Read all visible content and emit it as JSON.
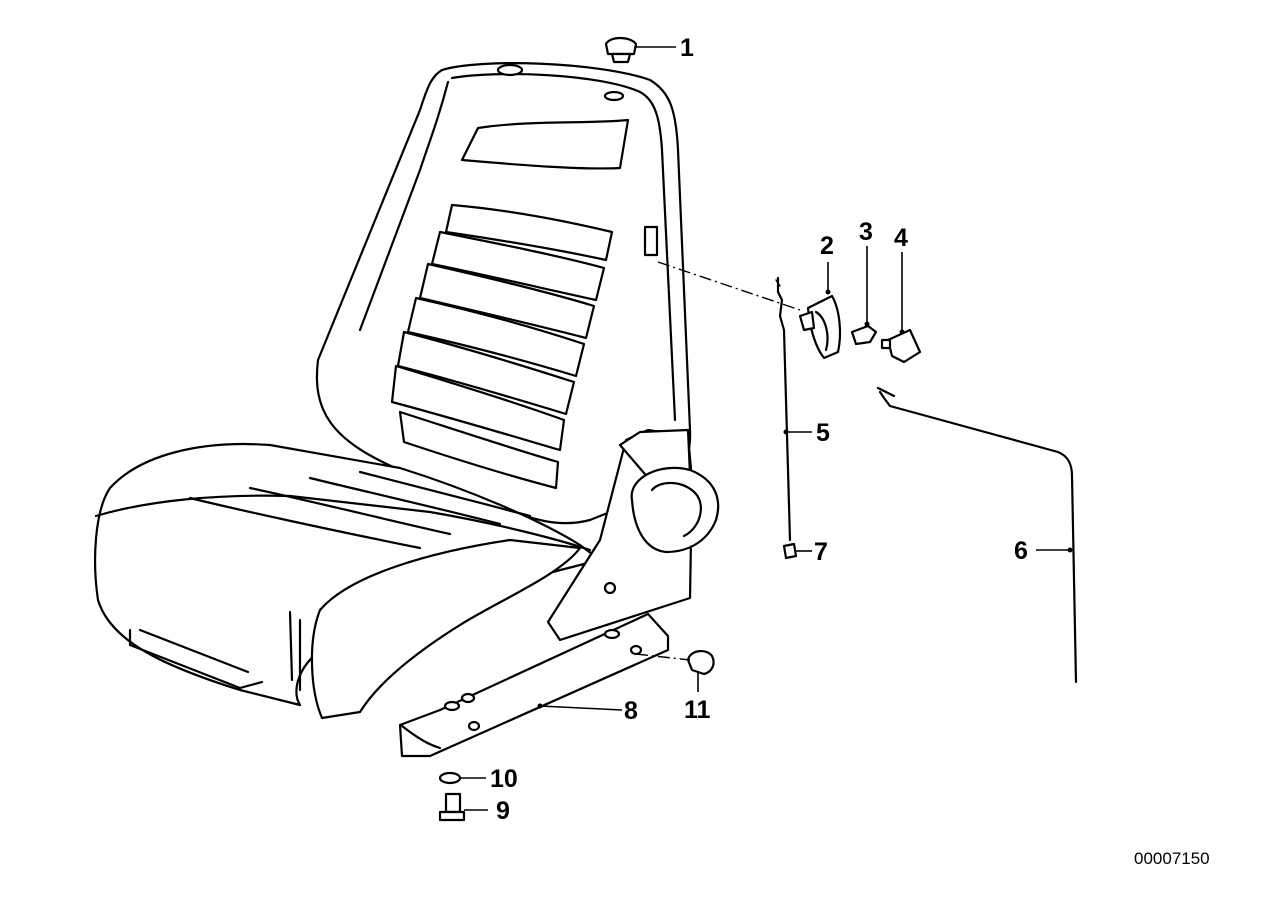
{
  "diagram": {
    "callouts": [
      {
        "id": "c1",
        "label": "1"
      },
      {
        "id": "c2",
        "label": "2"
      },
      {
        "id": "c3",
        "label": "3"
      },
      {
        "id": "c4",
        "label": "4"
      },
      {
        "id": "c5",
        "label": "5"
      },
      {
        "id": "c6",
        "label": "6"
      },
      {
        "id": "c7",
        "label": "7"
      },
      {
        "id": "c8",
        "label": "8"
      },
      {
        "id": "c9",
        "label": "9"
      },
      {
        "id": "c10",
        "label": "10"
      },
      {
        "id": "c11",
        "label": "11"
      }
    ],
    "document_id": "00007150"
  }
}
